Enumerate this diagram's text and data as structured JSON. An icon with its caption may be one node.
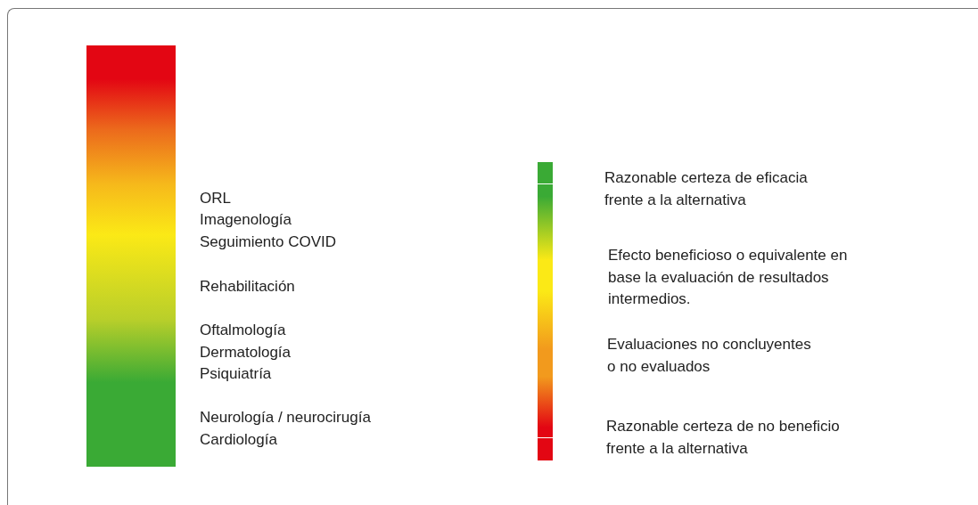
{
  "diagram": {
    "nodes": [
      {
        "text": [],
        "shape": "bar"
      }
    ],
    "labels": [
      "ORL",
      "Imagenología",
      "Seguimiento COVID",
      "Rehabilitación",
      "Oftalmología",
      "Dermatología",
      "Psiquiatría",
      "Neurología / neurocirugía",
      "Cardiología"
    ],
    "legend": [
      {
        "text": "Razonable certeza de eficacia frente a la alternativa",
        "color": "#3aaa35"
      },
      {
        "text": "Efecto beneficioso o equivalente en base la evaluación de resultados intermedios.",
        "color": "#fbe916"
      },
      {
        "text": "Evaluaciones no concluyentes o no evaluados",
        "color": "#f29a1d"
      },
      {
        "text": "Razonable certeza de no beneficio frente a la alternativa",
        "color": "#e30613"
      }
    ]
  }
}
